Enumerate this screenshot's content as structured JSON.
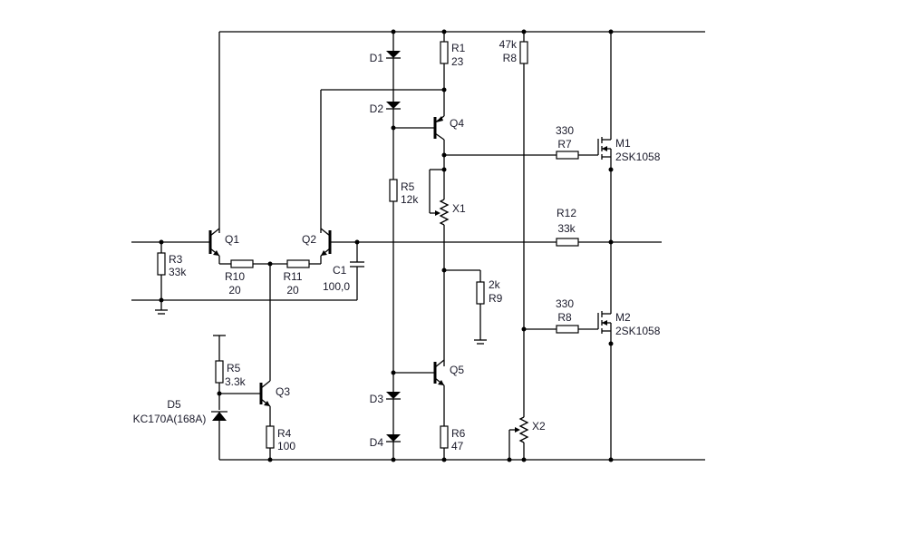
{
  "diagram": {
    "type": "electronic-schematic",
    "description": "Audio power amplifier with differential input stage and MOSFET output"
  },
  "components": {
    "Q1": {
      "ref": "Q1",
      "type": "NPN transistor"
    },
    "Q2": {
      "ref": "Q2",
      "type": "NPN transistor"
    },
    "Q3": {
      "ref": "Q3",
      "type": "NPN transistor"
    },
    "Q4": {
      "ref": "Q4",
      "type": "PNP transistor"
    },
    "Q5": {
      "ref": "Q5",
      "type": "NPN transistor"
    },
    "M1": {
      "ref": "M1",
      "value": "2SK1058",
      "type": "MOSFET"
    },
    "M2": {
      "ref": "M2",
      "value": "2SK1058",
      "type": "MOSFET"
    },
    "R1": {
      "ref": "R1",
      "value": "23"
    },
    "R3": {
      "ref": "R3",
      "value": "33k"
    },
    "R4": {
      "ref": "R4",
      "value": "100"
    },
    "R5a": {
      "ref": "R5",
      "value": "12k"
    },
    "R5b": {
      "ref": "R5",
      "value": "3.3k"
    },
    "R6": {
      "ref": "R6",
      "value": "47"
    },
    "R7": {
      "ref": "R7",
      "value": "330"
    },
    "R8a": {
      "ref": "R8",
      "value": "47k"
    },
    "R8b": {
      "ref": "R8",
      "value": "330"
    },
    "R9": {
      "ref": "R9",
      "value": "2k"
    },
    "R10": {
      "ref": "R10",
      "value": "20"
    },
    "R11": {
      "ref": "R11",
      "value": "20"
    },
    "R12": {
      "ref": "R12",
      "value": "33k"
    },
    "C1": {
      "ref": "C1",
      "value": "100,0"
    },
    "D1": {
      "ref": "D1"
    },
    "D2": {
      "ref": "D2"
    },
    "D3": {
      "ref": "D3"
    },
    "D4": {
      "ref": "D4"
    },
    "D5": {
      "ref": "D5",
      "value": "KC170A(168A)",
      "type": "zener"
    },
    "X1": {
      "ref": "X1",
      "type": "potentiometer"
    },
    "X2": {
      "ref": "X2",
      "type": "potentiometer"
    }
  }
}
